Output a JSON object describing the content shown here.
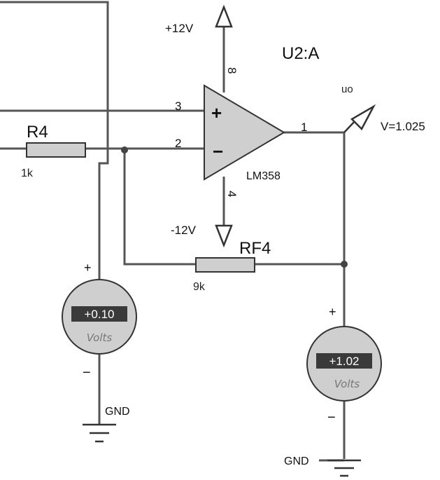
{
  "opamp": {
    "ref": "U2:A",
    "part": "LM358",
    "pin_noninv": "3",
    "pin_inv": "2",
    "pin_out": "1",
    "pin_vcc": "8",
    "pin_vee": "4",
    "plus_sign": "+",
    "minus_sign": "−"
  },
  "supply": {
    "pos": "+12V",
    "neg": "-12V"
  },
  "r4": {
    "ref": "R4",
    "value": "1k"
  },
  "rf4": {
    "ref": "RF4",
    "value": "9k"
  },
  "probe": {
    "name": "uo",
    "reading": "V=1.025"
  },
  "meter_in": {
    "display": "+0.10",
    "unit": "Volts",
    "plus": "+",
    "minus": "−"
  },
  "meter_out": {
    "display": "+1.02",
    "unit": "Volts",
    "plus": "+",
    "minus": "−"
  },
  "gnd_labels": {
    "left": "GND",
    "right": "GND"
  },
  "colors": {
    "component_fill": "#cfcfcf",
    "wire": "#555555",
    "meter_display": "#3a3a3a"
  }
}
